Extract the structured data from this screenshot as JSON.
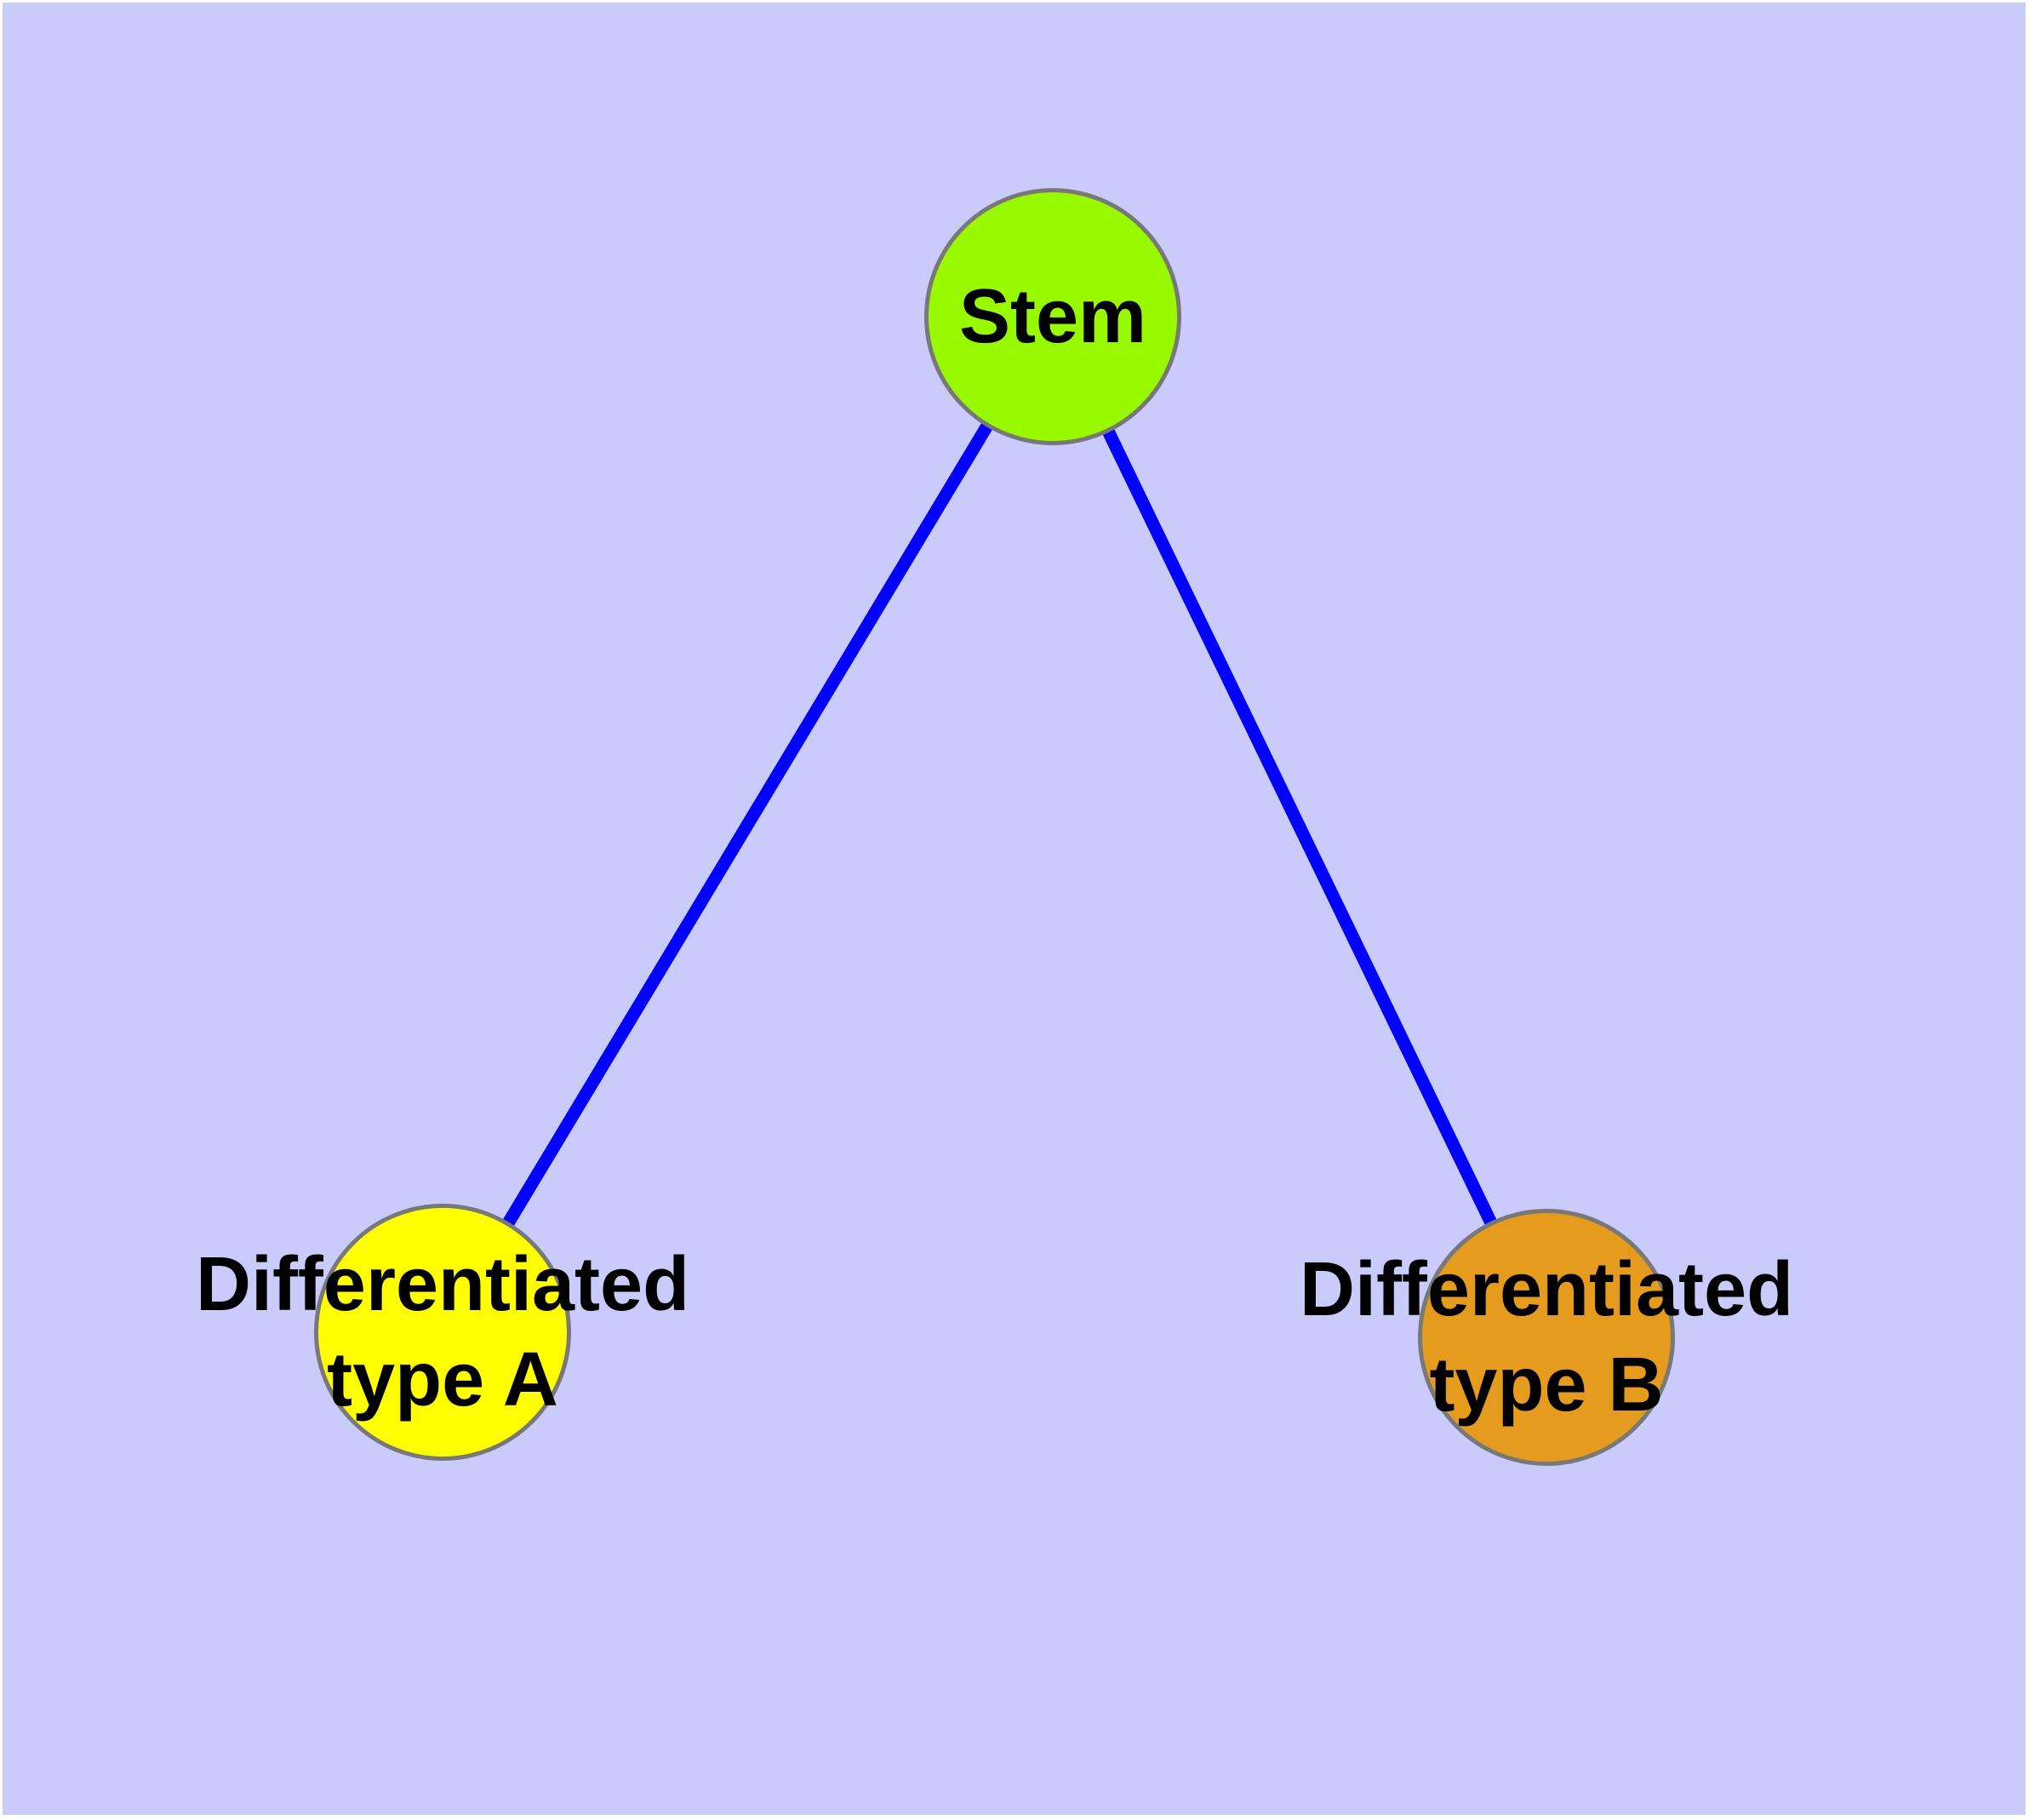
{
  "diagram": {
    "background_color": "#c9cbfa",
    "frame_color": "#ffffff",
    "nodes": [
      {
        "id": "stem",
        "label": "Stem",
        "fill_color": "#98f900",
        "border_color": "#787878",
        "text_color": "#000000"
      },
      {
        "id": "differentiated-type-a",
        "label_line1": "Differentiated",
        "label_line2": "type A",
        "fill_color": "#fefe00",
        "border_color": "#787878",
        "text_color": "#000000"
      },
      {
        "id": "differentiated-type-b",
        "label_line1": "Differentiated",
        "label_line2": "type B",
        "fill_color": "#e49b1e",
        "border_color": "#787878",
        "text_color": "#000000"
      }
    ],
    "edges": [
      {
        "from": "stem",
        "to": "differentiated-type-a",
        "color": "#0202fa"
      },
      {
        "from": "stem",
        "to": "differentiated-type-b",
        "color": "#0202fa"
      }
    ]
  }
}
